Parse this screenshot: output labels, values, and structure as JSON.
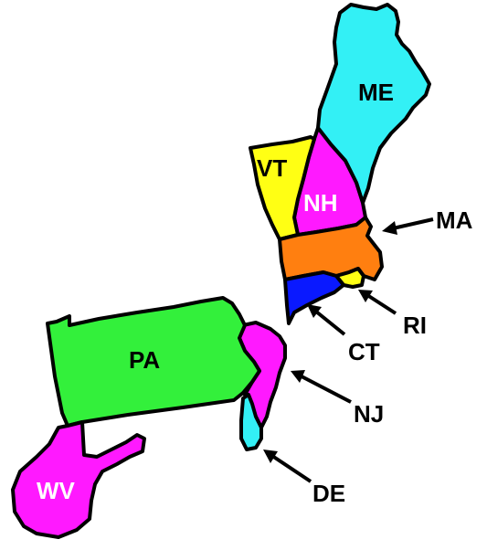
{
  "colors": {
    "background": "#ffffff",
    "outline": "#000000",
    "cyan": "#33f0f5",
    "magenta": "#ff19ff",
    "yellow": "#ffff14",
    "orange": "#ff7f10",
    "blue": "#0a19ff",
    "green": "#33f03b"
  },
  "states": [
    {
      "id": "ME",
      "label": "ME",
      "fill": "#33f0f5",
      "label_color": "#000000"
    },
    {
      "id": "NH",
      "label": "NH",
      "fill": "#ff19ff",
      "label_color": "#ffffff"
    },
    {
      "id": "VT",
      "label": "VT",
      "fill": "#ffff14",
      "label_color": "#000000"
    },
    {
      "id": "MA",
      "label": "MA",
      "fill": "#ff7f10",
      "label_color": "#000000"
    },
    {
      "id": "RI",
      "label": "RI",
      "fill": "#ffff14",
      "label_color": "#000000"
    },
    {
      "id": "CT",
      "label": "CT",
      "fill": "#0a19ff",
      "label_color": "#000000"
    },
    {
      "id": "NJ",
      "label": "NJ",
      "fill": "#ff19ff",
      "label_color": "#000000"
    },
    {
      "id": "DE",
      "label": "DE",
      "fill": "#33f0f5",
      "label_color": "#000000"
    },
    {
      "id": "PA",
      "label": "PA",
      "fill": "#33f03b",
      "label_color": "#000000"
    },
    {
      "id": "WV",
      "label": "WV",
      "fill": "#ff19ff",
      "label_color": "#ffffff"
    }
  ]
}
